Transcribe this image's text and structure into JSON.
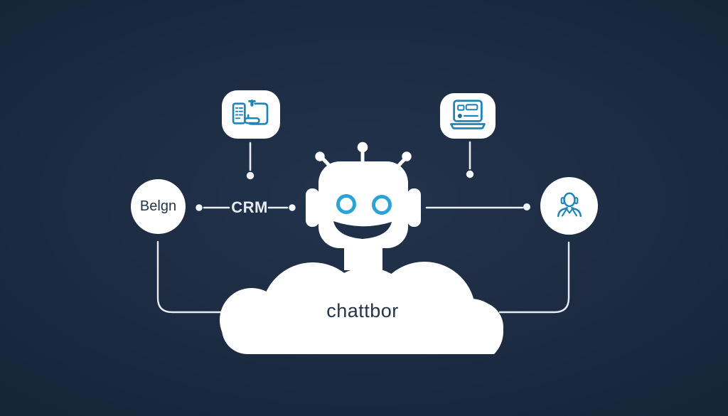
{
  "colors": {
    "background": "#1b2a3e",
    "node_fill": "#ffffff",
    "icon_blue": "#1f85b8",
    "eye_blue": "#2aa3d8",
    "connector": "#e8edf2",
    "dark_text": "#243449",
    "link_text": "#e7ebf0"
  },
  "diagram": {
    "left_node": {
      "label": "Belgn"
    },
    "crm_link": {
      "label": "CRM"
    },
    "cloud_node": {
      "label": "chattbor"
    },
    "top_left_node": {
      "icon": "documents-sync-icon"
    },
    "top_right_node": {
      "icon": "laptop-icon"
    },
    "right_node": {
      "icon": "support-agent-icon"
    },
    "center_node": {
      "icon": "chatbot-robot-icon"
    }
  }
}
